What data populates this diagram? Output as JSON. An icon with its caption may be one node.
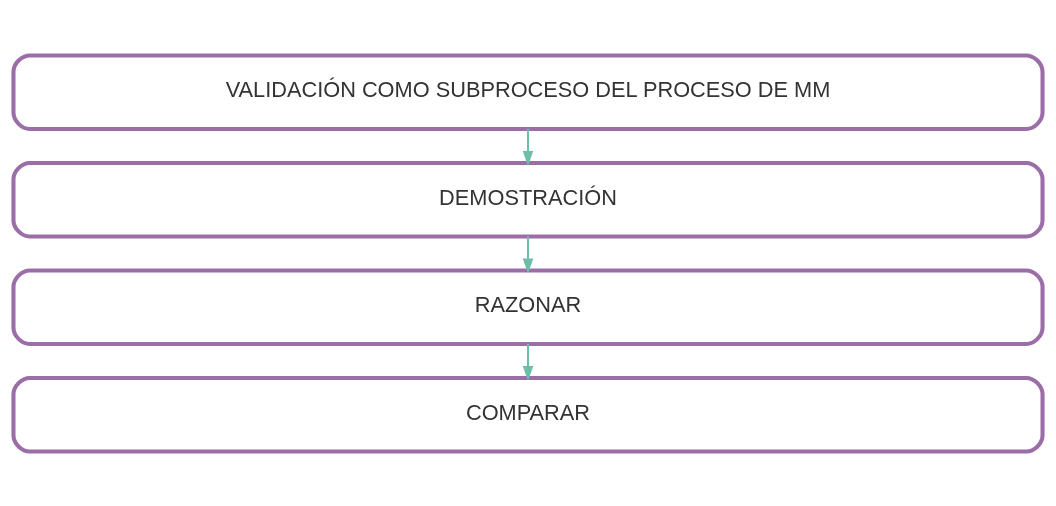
{
  "diagram": {
    "nodes": [
      {
        "text": [
          "VALIDACIÓN COMO SUBPROCESO DEL PROCESO DE MM"
        ]
      },
      {
        "text": [
          "DEMOSTRACIÓN"
        ]
      },
      {
        "text": [
          "RAZONAR"
        ]
      },
      {
        "text": [
          "COMPARAR"
        ]
      }
    ],
    "edges": [
      {
        "from": 0,
        "to": 1,
        "arrow": "to"
      },
      {
        "from": 1,
        "to": 2,
        "arrow": "to"
      },
      {
        "from": 2,
        "to": 3,
        "arrow": "to"
      }
    ]
  }
}
